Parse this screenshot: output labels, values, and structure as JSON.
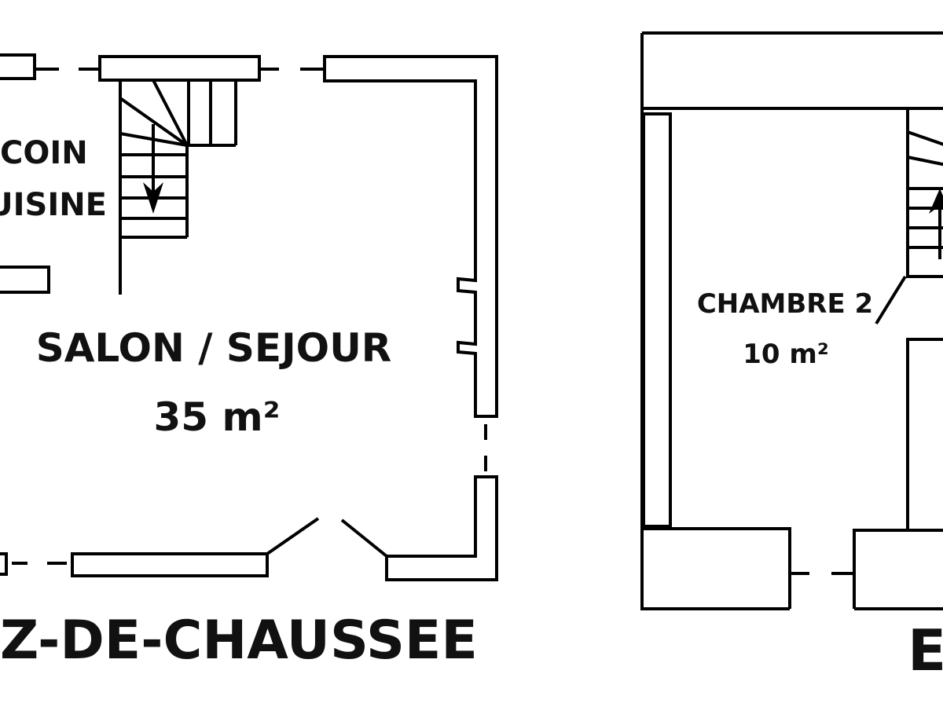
{
  "ground_floor": {
    "title": "Z-DE-CHAUSSEE",
    "rooms": [
      {
        "name_line1": "COIN",
        "name_line2": "UISINE"
      },
      {
        "name": "SALON / SEJOUR",
        "area": "35 m²"
      }
    ],
    "stair_direction": "down"
  },
  "upper_floor": {
    "title": "ET",
    "rooms": [
      {
        "name": "CHAMBRE 2",
        "area": "10 m²"
      }
    ],
    "stair_direction": "up"
  },
  "colors": {
    "line": "#000000",
    "background": "#ffffff"
  }
}
